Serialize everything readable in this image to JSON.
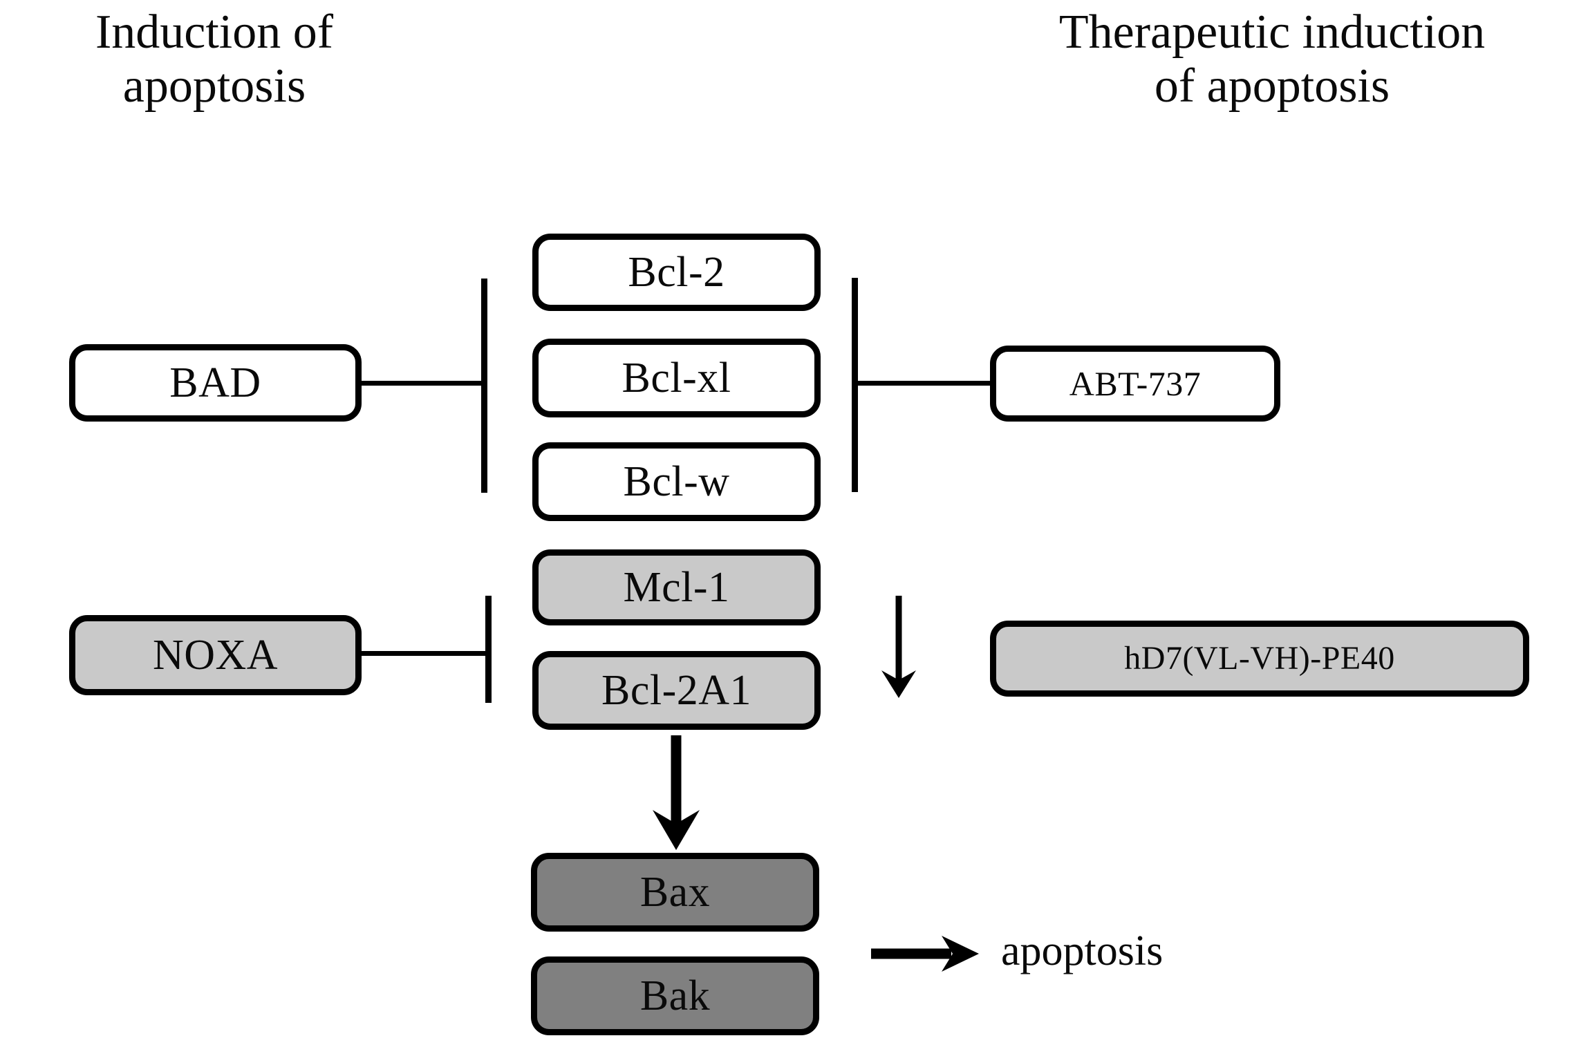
{
  "diagram": {
    "title_left": "Induction of\napoptosis",
    "title_right": "Therapeutic induction\nof apoptosis",
    "colors": {
      "stroke": "#000000",
      "box_white": "#ffffff",
      "box_gray_light": "#c9c9c9",
      "box_gray_dark": "#808080",
      "background": "#ffffff"
    },
    "nodes": {
      "bad": "BAD",
      "noxa": "NOXA",
      "bcl2": "Bcl-2",
      "bclxl": "Bcl-xl",
      "bclw": "Bcl-w",
      "mcl1": "Mcl-1",
      "bcl2a1": "Bcl-2A1",
      "bax": "Bax",
      "bak": "Bak",
      "abt737": "ABT-737",
      "hd7": "hD7(VL-VH)-PE40"
    },
    "outcome_label": "apoptosis",
    "edges": [
      {
        "from": "BAD",
        "to": "Bcl-2 / Bcl-xl / Bcl-w",
        "type": "inhibition"
      },
      {
        "from": "NOXA",
        "to": "Mcl-1 / Bcl-2A1",
        "type": "inhibition"
      },
      {
        "from": "ABT-737",
        "to": "Bcl-2 / Bcl-xl / Bcl-w",
        "type": "inhibition"
      },
      {
        "from": "hD7(VL-VH)-PE40",
        "to": "Mcl-1 / Bcl-2A1",
        "type": "arrow-down"
      },
      {
        "from": "Bcl-2A1",
        "to": "Bax",
        "type": "activation"
      },
      {
        "from": "Bax / Bak",
        "to": "apoptosis",
        "type": "activation"
      }
    ]
  }
}
